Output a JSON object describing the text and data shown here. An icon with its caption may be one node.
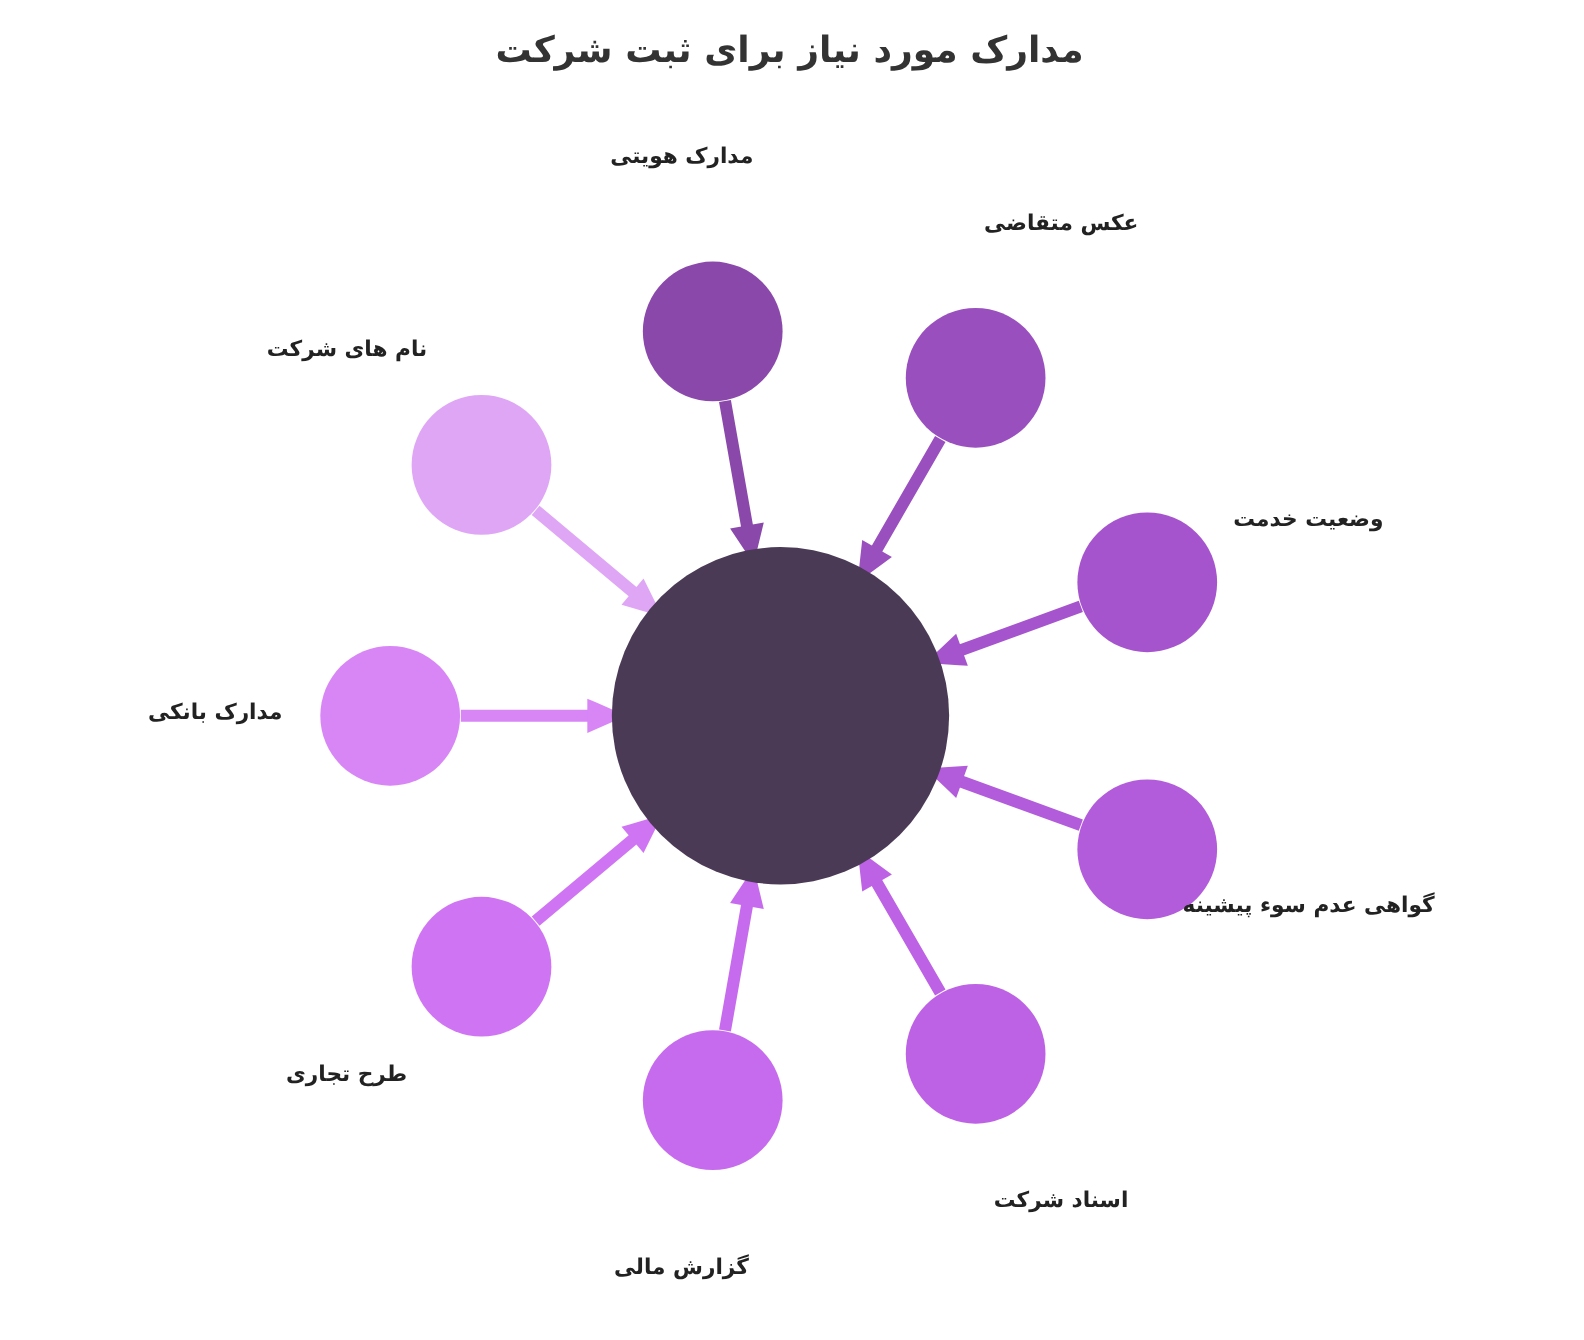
{
  "diagram": {
    "title": "مدارک مورد نیاز برای ثبت شرکت",
    "nodes": [
      {
        "text": [],
        "shape": "circle"
      },
      {
        "text": [],
        "shape": "circle",
        "beside": [
          "مدارک هویتی"
        ]
      },
      {
        "text": [],
        "shape": "circle",
        "beside": [
          "عکس متقاضی"
        ]
      },
      {
        "text": [],
        "shape": "circle",
        "beside": [
          "وضعیت خدمت"
        ]
      },
      {
        "text": [],
        "shape": "circle",
        "beside": [
          "گواهی عدم سوء پیشینه"
        ]
      },
      {
        "text": [],
        "shape": "circle",
        "beside": [
          "اسناد شرکت"
        ]
      },
      {
        "text": [],
        "shape": "circle",
        "beside": [
          "گزارش مالی"
        ]
      },
      {
        "text": [],
        "shape": "circle",
        "beside": [
          "طرح تجاری"
        ]
      },
      {
        "text": [],
        "shape": "circle",
        "beside": [
          "مدارک بانکی"
        ]
      },
      {
        "text": [],
        "shape": "circle",
        "beside": [
          "نام های شرکت"
        ]
      }
    ],
    "edges": [
      {
        "from": 1,
        "to": 0,
        "arrow": "to",
        "color": "#8b48ab"
      },
      {
        "from": 2,
        "to": 0,
        "arrow": "to",
        "color": "#9a4fbf"
      },
      {
        "from": 3,
        "to": 0,
        "arrow": "to",
        "color": "#a654cd"
      },
      {
        "from": 4,
        "to": 0,
        "arrow": "to",
        "color": "#b25bdb"
      },
      {
        "from": 5,
        "to": 0,
        "arrow": "to",
        "color": "#bd62e5"
      },
      {
        "from": 6,
        "to": 0,
        "arrow": "to",
        "color": "#c76bee"
      },
      {
        "from": 7,
        "to": 0,
        "arrow": "to",
        "color": "#cf75f4"
      },
      {
        "from": 8,
        "to": 0,
        "arrow": "to",
        "color": "#d886f6"
      },
      {
        "from": 9,
        "to": 0,
        "arrow": "to",
        "color": "#dfa6f6"
      }
    ]
  }
}
